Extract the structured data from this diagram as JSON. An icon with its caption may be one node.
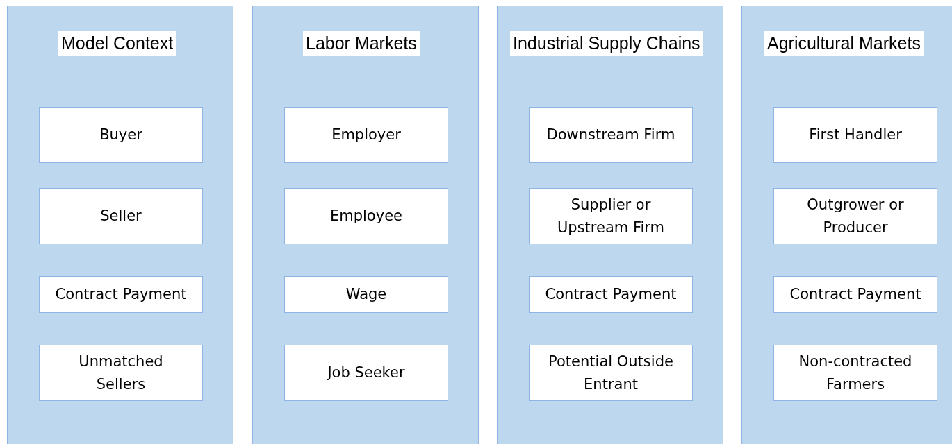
{
  "diagram": {
    "nodes": [
      {
        "text": [
          "Model Context"
        ]
      },
      {
        "text": [
          "Buyer"
        ],
        "in": 0
      },
      {
        "text": [
          "Seller"
        ],
        "in": 0
      },
      {
        "text": [
          "Contract Payment"
        ],
        "in": 0
      },
      {
        "text": [
          "Unmatched Sellers"
        ],
        "in": 0
      },
      {
        "text": [
          "Labor Markets"
        ]
      },
      {
        "text": [
          "Employer"
        ],
        "in": 5
      },
      {
        "text": [
          "Employee"
        ],
        "in": 5
      },
      {
        "text": [
          "Wage"
        ],
        "in": 5
      },
      {
        "text": [
          "Job Seeker"
        ],
        "in": 5
      },
      {
        "text": [
          "Industrial Supply Chains"
        ]
      },
      {
        "text": [
          "Downstream Firm"
        ],
        "in": 10
      },
      {
        "text": [
          "Supplier or Upstream Firm"
        ],
        "in": 10
      },
      {
        "text": [
          "Contract Payment"
        ],
        "in": 10
      },
      {
        "text": [
          "Potential Outside Entrant"
        ],
        "in": 10
      },
      {
        "text": [
          "Agricultural Markets"
        ]
      },
      {
        "text": [
          "First Handler"
        ],
        "in": 15
      },
      {
        "text": [
          "Outgrower or Producer"
        ],
        "in": 15
      },
      {
        "text": [
          "Contract Payment"
        ],
        "in": 15
      },
      {
        "text": [
          "Non-contracted Farmers"
        ],
        "in": 15
      }
    ]
  }
}
